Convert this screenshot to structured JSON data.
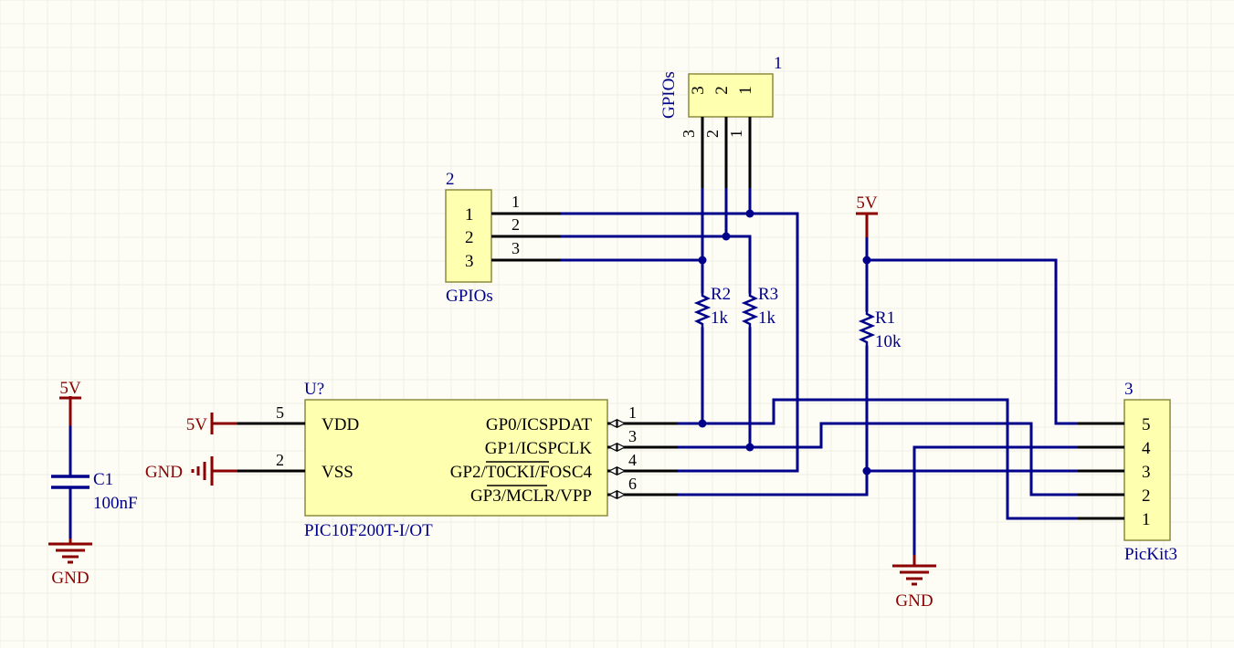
{
  "schematic": {
    "u1": {
      "designator": "U?",
      "part": "PIC10F200T-I/OT",
      "left_pins": [
        {
          "num": "5",
          "name": "VDD",
          "net": "5V"
        },
        {
          "num": "2",
          "name": "VSS",
          "net": "GND"
        }
      ],
      "right_pins": [
        {
          "num": "1",
          "name": "GP0/ICSPDAT"
        },
        {
          "num": "3",
          "name": "GP1/ICSPCLK"
        },
        {
          "num": "4",
          "name": "GP2/T0CKI/FOSC4"
        },
        {
          "num": "6",
          "name": "GP3/MCLR/VPP"
        }
      ]
    },
    "j2": {
      "designator": "2",
      "label": "GPIOs",
      "pins": [
        "1",
        "2",
        "3"
      ],
      "wire_labels": [
        "1",
        "2",
        "3"
      ]
    },
    "j1": {
      "designator": "1",
      "label": "GPIOs",
      "pins": [
        "3",
        "2",
        "1"
      ],
      "wire_labels": [
        "3",
        "2",
        "1"
      ]
    },
    "j3": {
      "designator": "3",
      "label": "PicKit3",
      "pins": [
        "5",
        "4",
        "3",
        "2",
        "1"
      ]
    },
    "r1": {
      "designator": "R1",
      "value": "10k"
    },
    "r2": {
      "designator": "R2",
      "value": "1k"
    },
    "r3": {
      "designator": "R3",
      "value": "1k"
    },
    "c1": {
      "designator": "C1",
      "value": "100nF"
    },
    "power": {
      "vcc_label": "5V",
      "gnd_label": "GND"
    },
    "colors": {
      "wire": "#00008b",
      "power": "#8b0000",
      "part_fill": "#ffffb0",
      "background": "#fdfdf6"
    }
  }
}
